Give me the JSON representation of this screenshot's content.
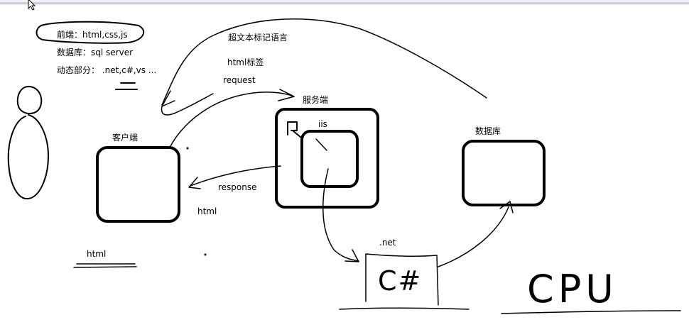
{
  "notes": {
    "frontend": "前端：html,css,js",
    "database": "数据库：sql server",
    "dynamic": "动态部分： .net,c#,vs ..."
  },
  "labels": {
    "hypertext": "超文本标记语言",
    "html_tag": "html标签",
    "request": "request",
    "server": "服务端",
    "iis": "iis",
    "client": "客户端",
    "response": "response",
    "html_response": "html",
    "html_bottom": "html",
    "database": "数据库",
    "dotnet": ".net",
    "csharp": "C#",
    "cpu": "CPU"
  },
  "colors": {
    "ink": "#000000",
    "bar": "#c6cedd",
    "background": "#ffffff"
  },
  "icons": [
    "mouse-cursor-icon"
  ]
}
